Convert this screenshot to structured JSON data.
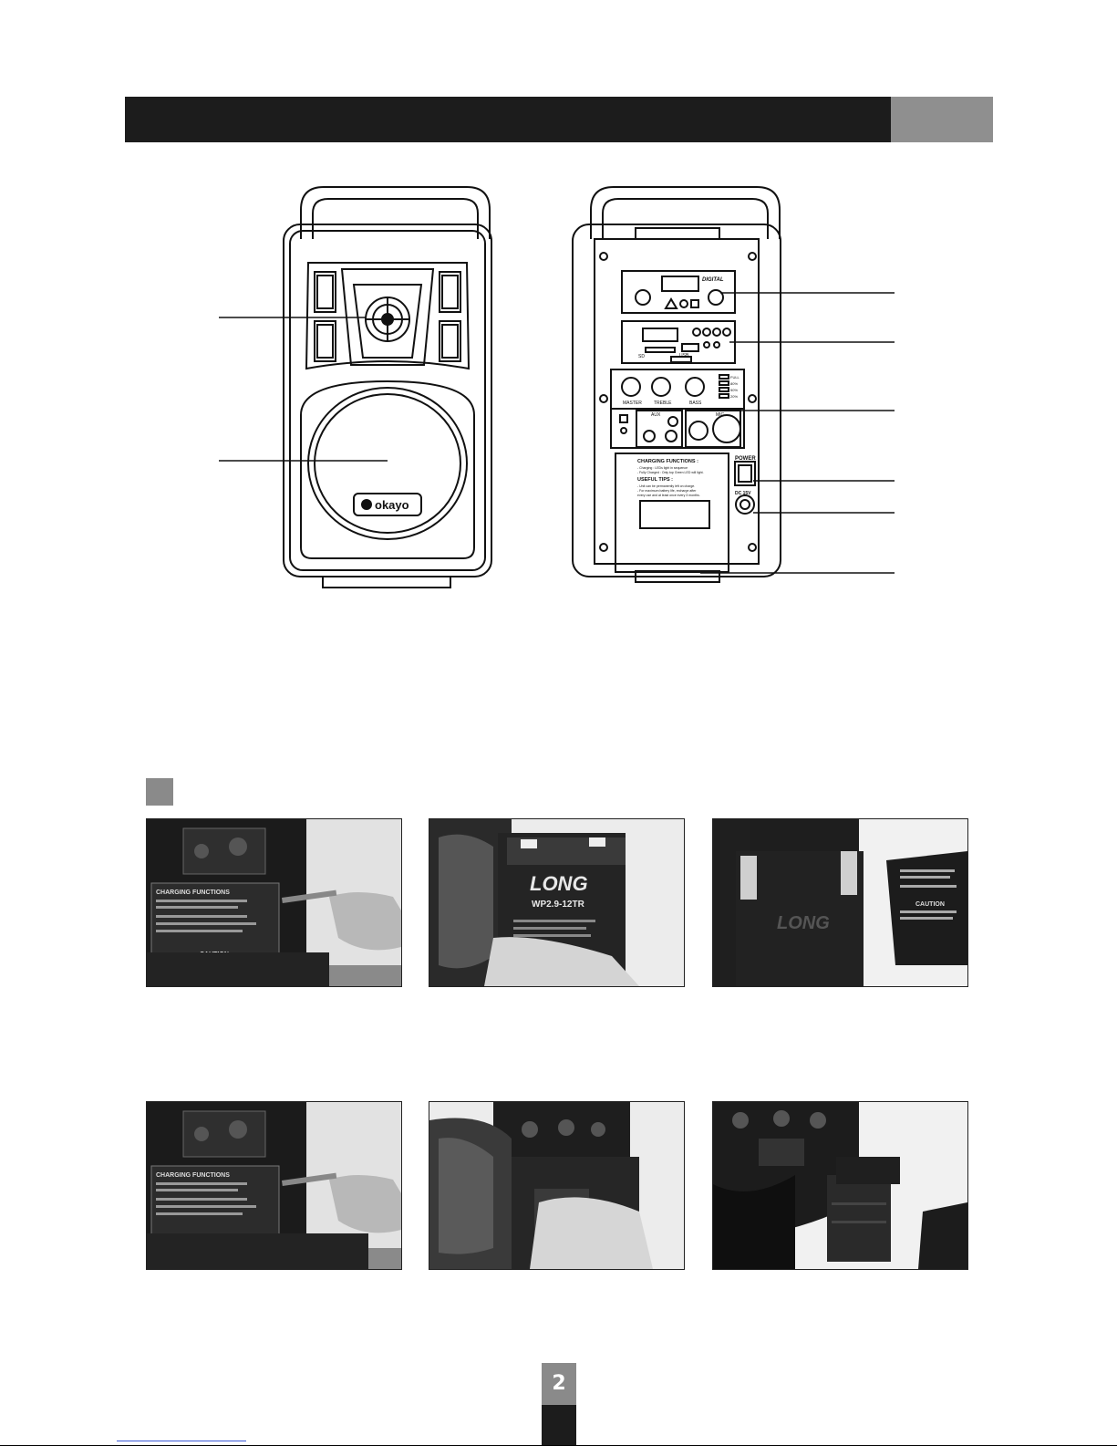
{
  "page": {
    "number": "2"
  },
  "front_view": {
    "brand_logo_text": "okayo"
  },
  "rear_view": {
    "module_digital_label": "DIGITAL",
    "usb_label": "USB",
    "sd_label": "SD",
    "knob_labels": [
      "MASTER",
      "TREBLE",
      "BASS"
    ],
    "battery_leds": [
      "FULL",
      "80%",
      "50%",
      "20%"
    ],
    "aux_label": "AUX",
    "mic_label": "MIC",
    "power_label": "POWER",
    "dc_label": "DC 15V",
    "panel_title": "CHARGING FUNCTIONS :",
    "panel_lines": [
      "- Charging : LEDs light in sequence",
      "- Fully Charged : Only top Green LED will light."
    ],
    "tips_title": "USEFUL TIPS :",
    "tips_lines": [
      "- Unit can be permanently left on charge.",
      "- For maximum battery life, recharge after",
      "  every use and at least once every 3 months."
    ]
  },
  "photos": {
    "battery_brand": "LONG",
    "battery_model": "WP2.9-12TR",
    "panel_caption": "CHARGING FUNCTIONS",
    "caution": "CAUTION"
  }
}
